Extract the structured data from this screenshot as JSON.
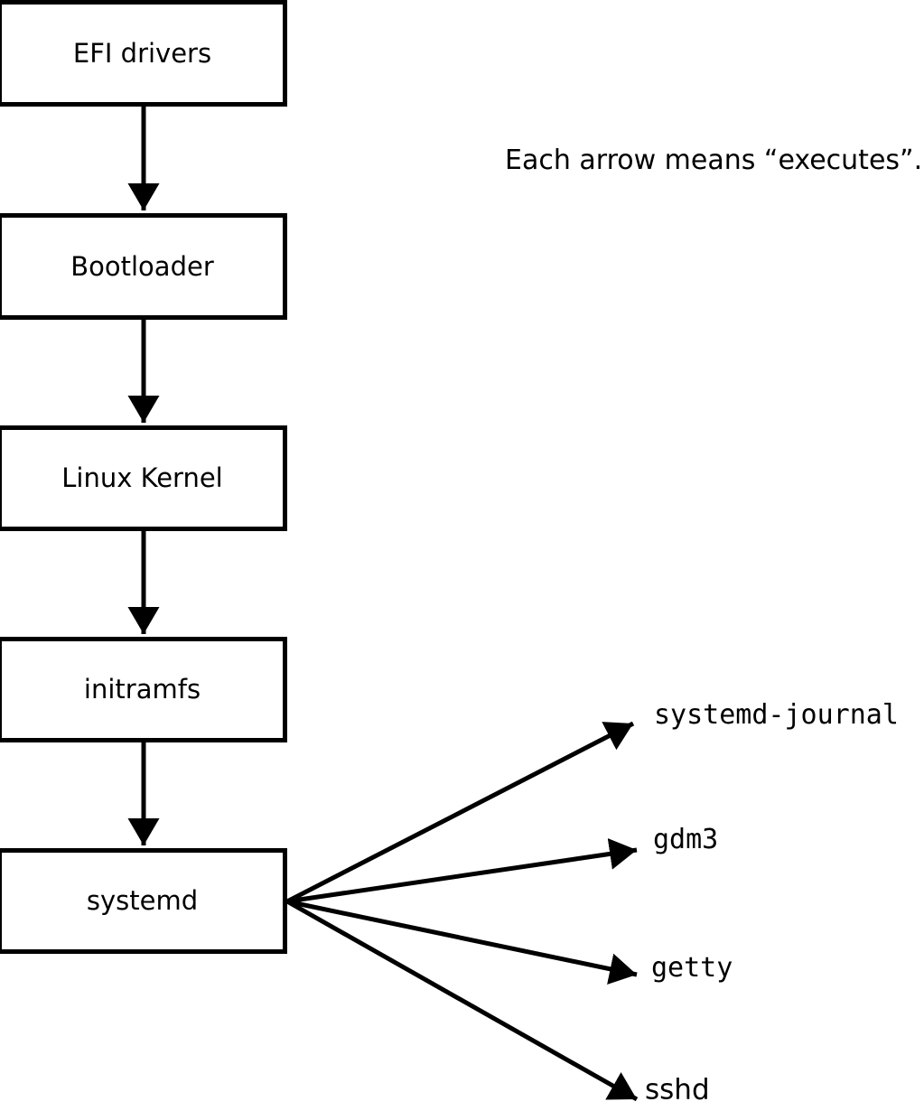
{
  "colors": {
    "ink": "#000000",
    "paper": "#ffffff"
  },
  "annotation": {
    "text": "Each arrow means “executes”."
  },
  "boot_chain": [
    {
      "label": "EFI drivers"
    },
    {
      "label": "Bootloader"
    },
    {
      "label": "Linux Kernel"
    },
    {
      "label": "initramfs"
    },
    {
      "label": "systemd"
    }
  ],
  "spawned_services": [
    {
      "label": "systemd-journal"
    },
    {
      "label": "gdm3"
    },
    {
      "label": "getty"
    },
    {
      "label": "sshd"
    }
  ]
}
